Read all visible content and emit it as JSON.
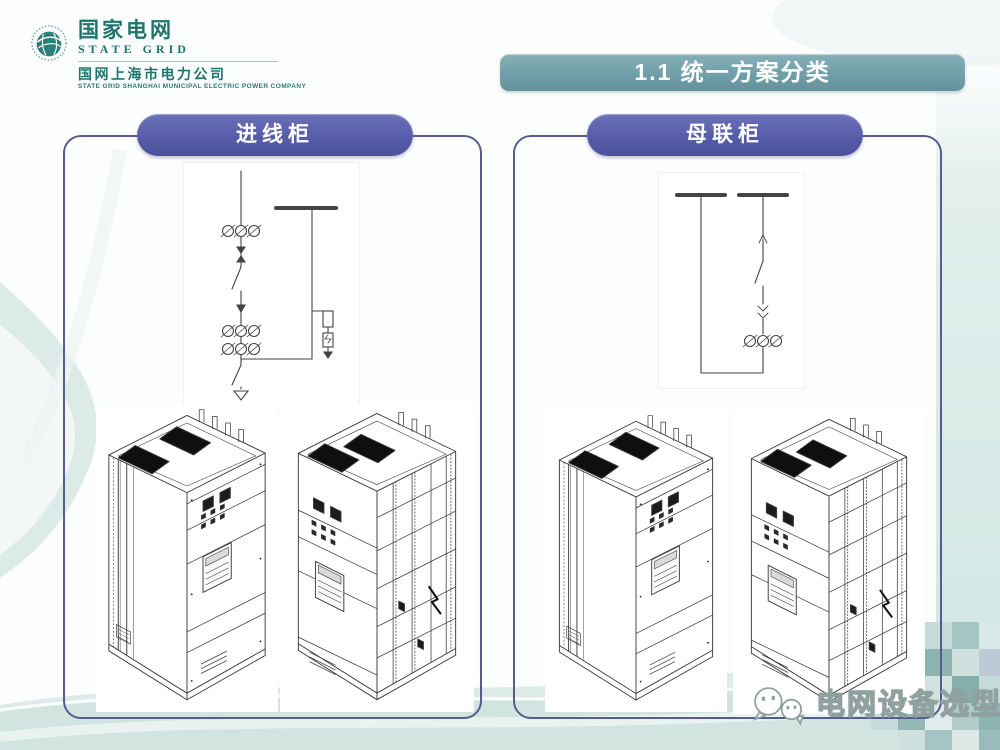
{
  "logo": {
    "brand_cn": "国家电网",
    "brand_en": "STATE GRID",
    "company_cn": "国网上海市电力公司",
    "company_en": "STATE GRID SHANGHAI MUNICIPAL ELECTRIC POWER COMPANY"
  },
  "slide": {
    "section_title": "1.1 统一方案分类"
  },
  "panels": [
    {
      "label": "进线柜"
    },
    {
      "label": "母联柜"
    }
  ],
  "watermark": {
    "text": "电网设备选型"
  },
  "icons": {
    "logo_globe": "stategrid-globe-icon",
    "watermark_chat": "wechat-chat-bubbles-icon"
  },
  "colors": {
    "brand_teal": "#1e756d",
    "banner_teal": "#6f9fa9",
    "pill_purple": "#555ba6",
    "panel_border": "#565c8e",
    "wave_teal": "#dcebe8",
    "right_band_teal": "#cfe6e2",
    "mosaic_teal": "#8db4b1",
    "drawing_line": "#3b3b3b",
    "watermark_outline": "#8fa09f"
  }
}
